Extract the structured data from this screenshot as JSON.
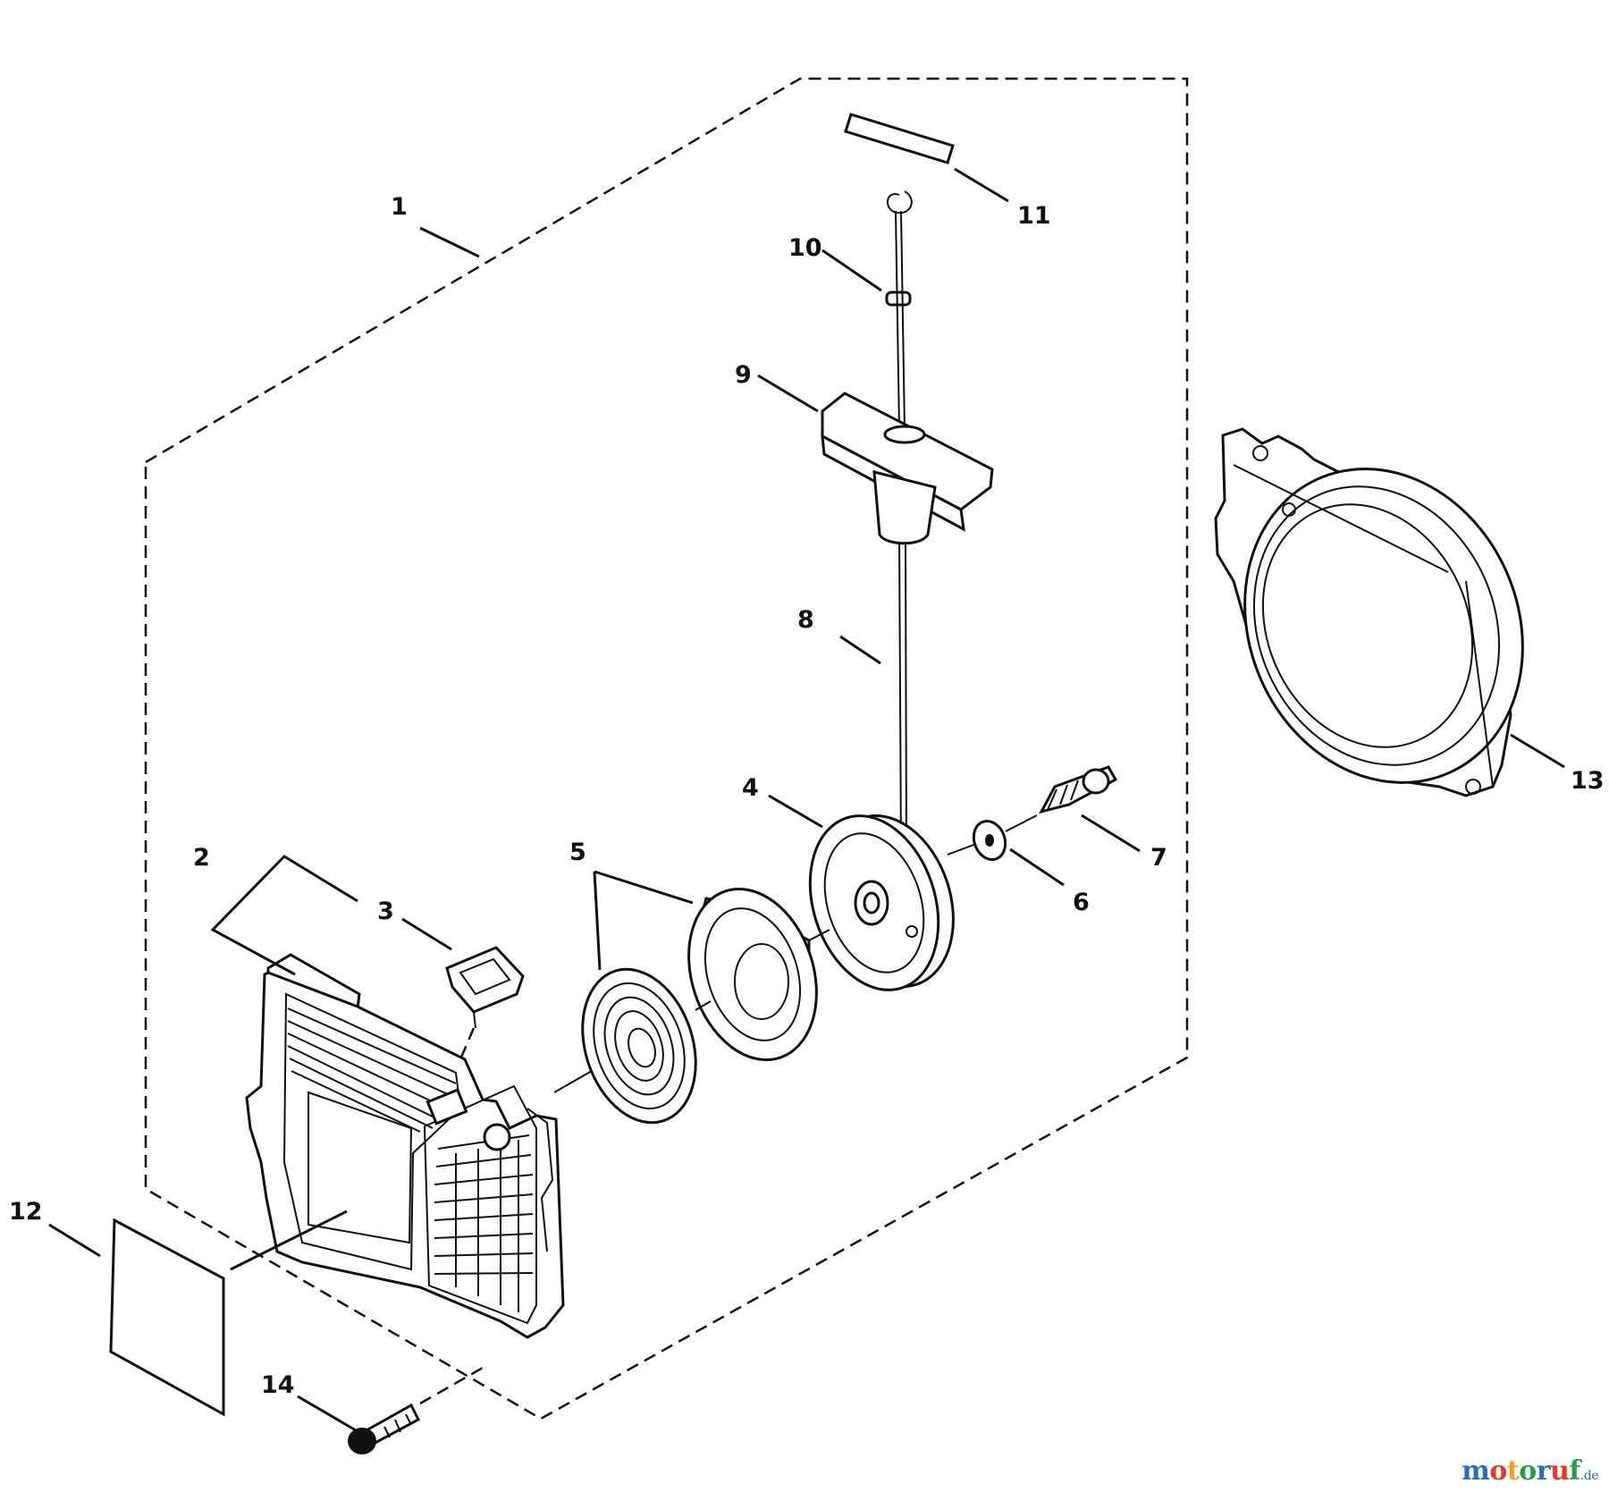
{
  "callouts": {
    "c1": "1",
    "c2": "2",
    "c3": "3",
    "c4": "4",
    "c5": "5",
    "c6": "6",
    "c7": "7",
    "c8": "8",
    "c9": "9",
    "c10": "10",
    "c11": "11",
    "c12": "12",
    "c13": "13",
    "c14": "14"
  },
  "watermark": {
    "letters": [
      "m",
      "o",
      "t",
      "o",
      "r",
      "u",
      "f"
    ],
    "tld": ".de",
    "colors": [
      "#2a6fb8",
      "#e0392b",
      "#f0a01e",
      "#2a9d4a",
      "#2a6fb8",
      "#e0392b",
      "#2a9d4a"
    ],
    "tld_color": "#2a6fb8"
  }
}
